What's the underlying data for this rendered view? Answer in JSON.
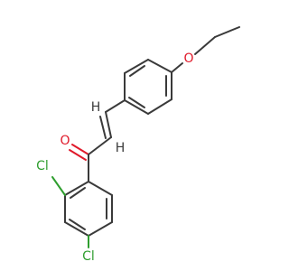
{
  "molecule": {
    "colors": {
      "carbon_bond": "#3a3a3a",
      "oxygen": "#e0192a",
      "chlorine": "#2f9e2f",
      "hydrogen": "#3a3a3a"
    },
    "atoms": {
      "carbonyl_oxygen": "O",
      "ether_oxygen": "O",
      "chlorine_ortho": "Cl",
      "chlorine_para": "Cl",
      "vinyl_h_alpha": "H",
      "vinyl_h_beta": "H"
    }
  }
}
